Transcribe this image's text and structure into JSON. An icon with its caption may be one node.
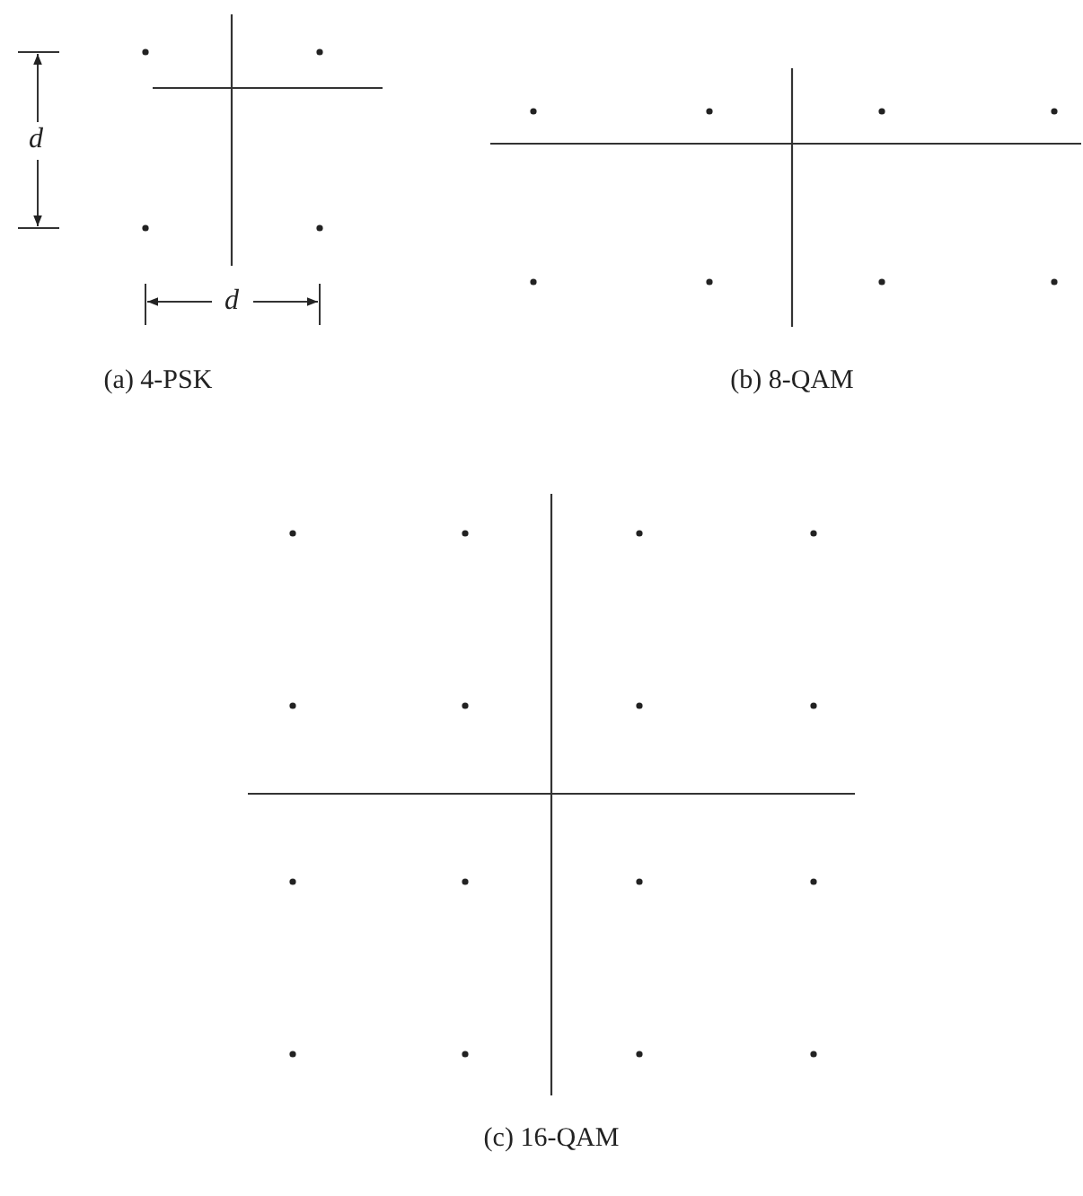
{
  "diagram": {
    "labels": [
      "d",
      "d",
      "(a) 4-PSK",
      "(b) 8-QAM",
      "(c) 16-QAM"
    ]
  }
}
